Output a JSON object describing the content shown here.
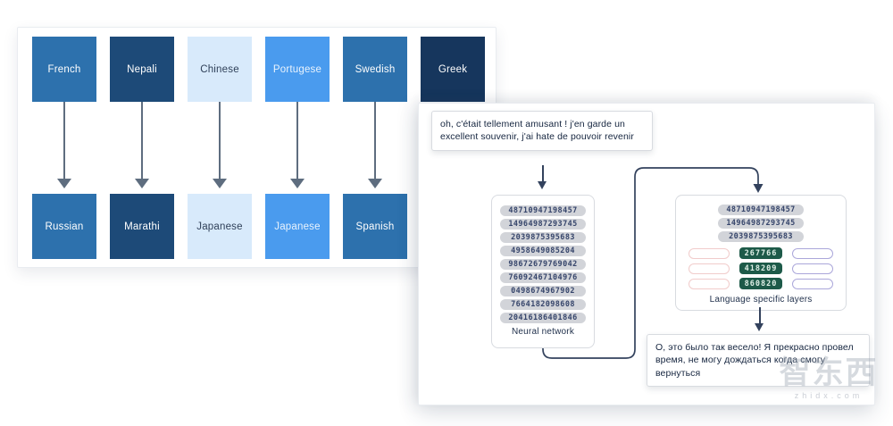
{
  "left_panel": {
    "pairs": [
      {
        "source": "French",
        "target": "Russian",
        "color": "#2d71ad",
        "text_color": "#ffffff"
      },
      {
        "source": "Nepali",
        "target": "Marathi",
        "color": "#1d4a78",
        "text_color": "#ffffff"
      },
      {
        "source": "Chinese",
        "target": "Japanese",
        "color": "#d8eafb",
        "text_color": "#2e3f58"
      },
      {
        "source": "Portugese",
        "target": "Japanese",
        "color": "#4a9bee",
        "text_color": "#e9f3fd"
      },
      {
        "source": "Swedish",
        "target": "Spanish",
        "color": "#2d71ad",
        "text_color": "#ffffff"
      },
      {
        "source": "Greek",
        "color": "#16365d",
        "text_color": "#ffffff"
      }
    ]
  },
  "right_panel": {
    "input_text": "oh, c'était tellement amusant ! j'en garde un excellent souvenir, j'ai hate de pouvoir revenir",
    "neural_network": {
      "label": "Neural network",
      "tokens": [
        "48710947198457",
        "14964987293745",
        "2039875395683",
        "4958649085204",
        "98672679769042",
        "76092467104976",
        "0498674967902",
        "7664182098608",
        "20416186401846"
      ]
    },
    "language_layers": {
      "label": "Language specific layers",
      "tokens": [
        "48710947198457",
        "14964987293745",
        "2039875395683"
      ],
      "green_tokens": [
        "267766",
        "418209",
        "860820"
      ]
    },
    "output_text": "О, это было так весело! Я прекрасно провел время, не могу дождаться когда смогу вернуться"
  },
  "watermark": {
    "text": "智东西",
    "domain": "zhidx.com"
  },
  "colors": {
    "arrow_gray": "#5e6d7f",
    "connector_navy": "#33425d",
    "chip_bg": "#d2d4d9",
    "chip_text": "#36456b",
    "green_pill_bg": "#1d5a49",
    "green_pill_text": "#dff0e7",
    "pink_pill_border": "#f1cccb",
    "purple_pill_border": "#aba7da"
  }
}
